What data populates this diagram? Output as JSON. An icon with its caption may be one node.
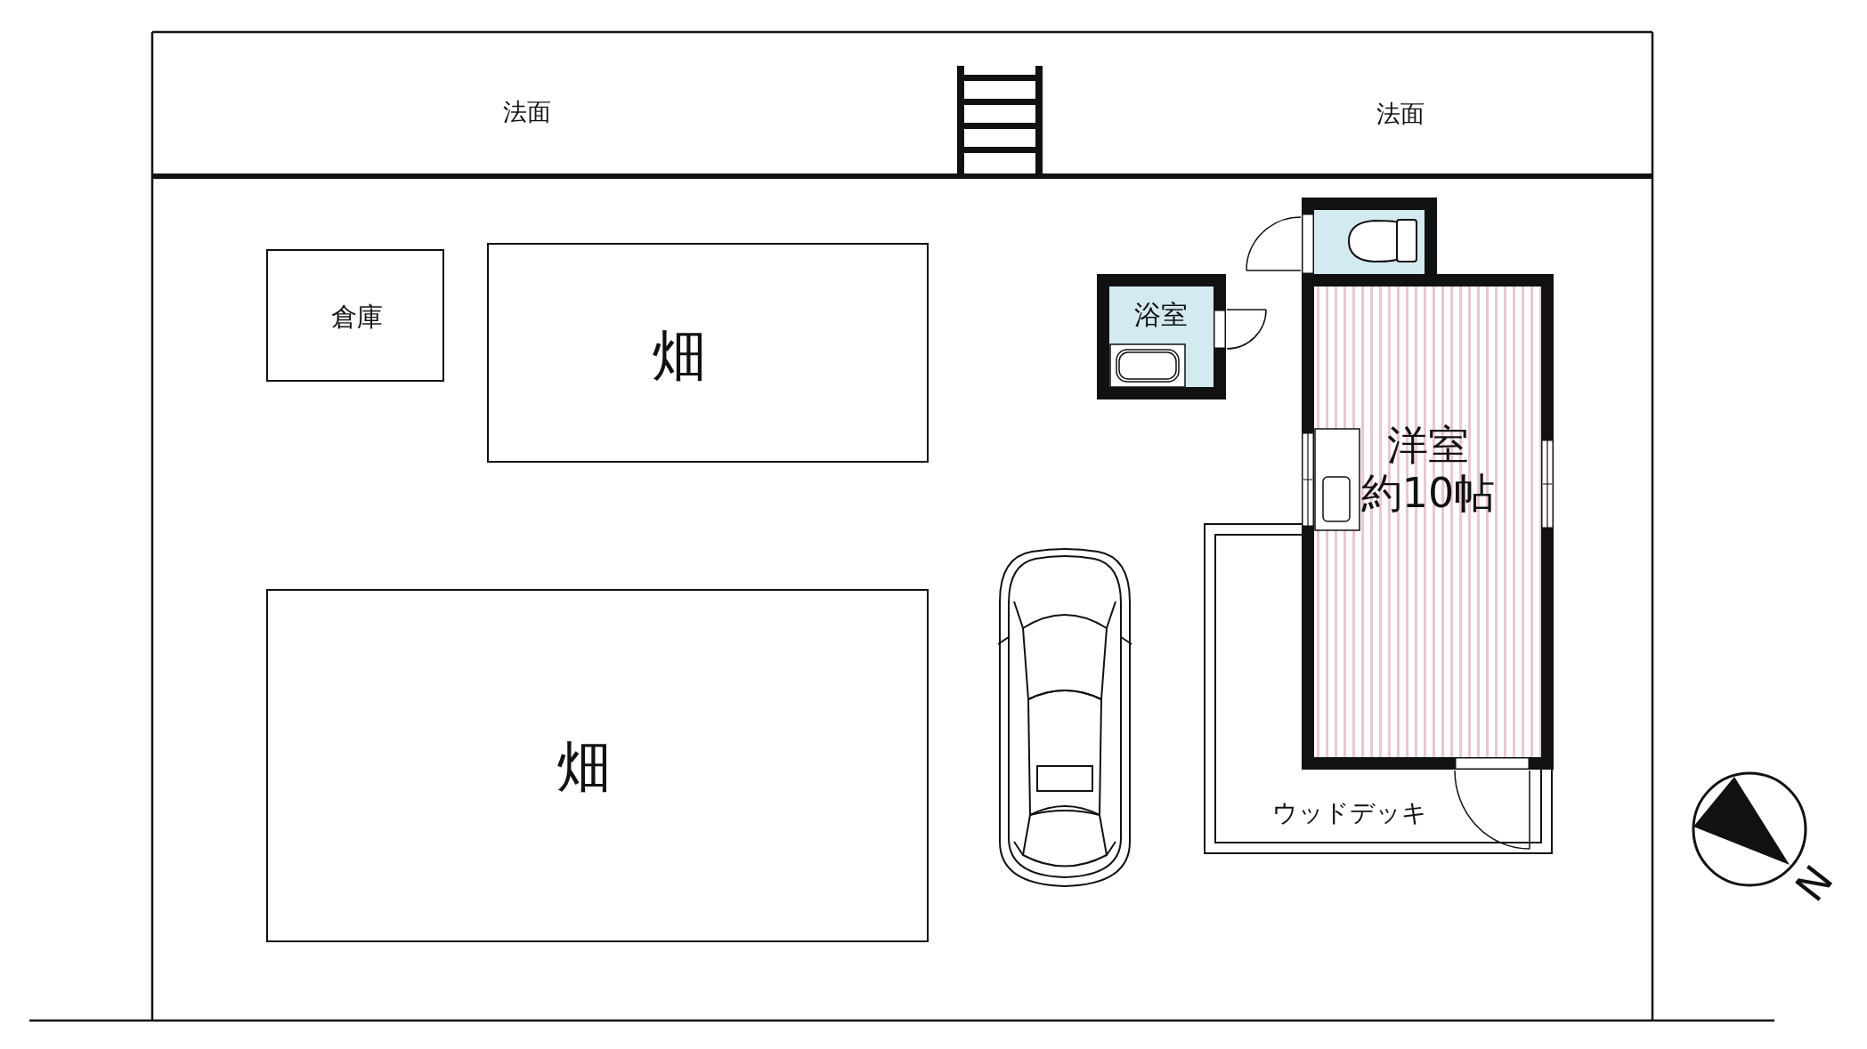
{
  "diagram": {
    "nodes": [
      {
        "text": [
          "法面",
          "法面"
        ]
      },
      {
        "text": [
          "倉庫"
        ]
      },
      {
        "text": [
          "畑"
        ]
      },
      {
        "text": [
          "畑"
        ]
      },
      {
        "text": [],
        "shape": "box"
      },
      {
        "text": [
          "浴室"
        ]
      },
      {
        "text": [
          "ウッドデッキ"
        ]
      },
      {
        "text": [
          "洋室",
          "約10帖"
        ]
      }
    ],
    "labels": [
      "N"
    ]
  }
}
